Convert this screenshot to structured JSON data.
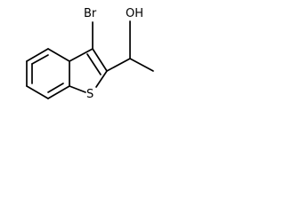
{
  "molecule": {
    "atoms": {
      "bromine": "Br",
      "hydroxyl": "OH",
      "sulfur": "S"
    }
  }
}
